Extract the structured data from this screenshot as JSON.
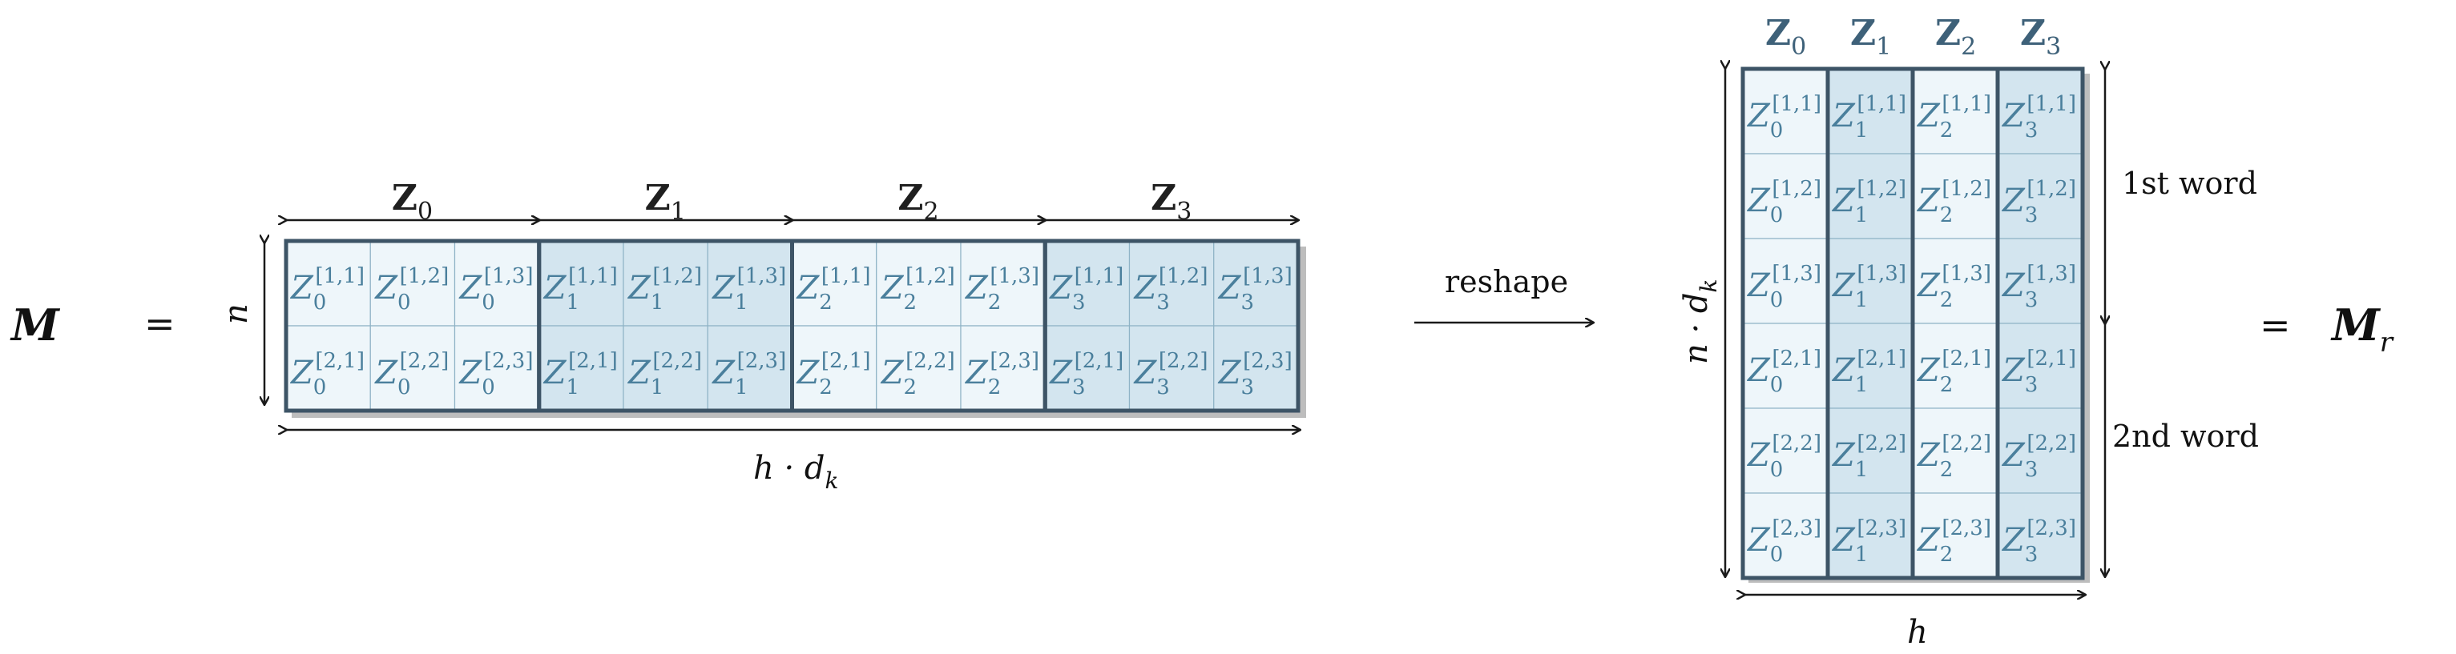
{
  "left": {
    "matrix_symbol": "M",
    "equals": "=",
    "rows_label": "n",
    "width_label_main": "h · d",
    "width_label_sub": "k",
    "groups": [
      {
        "name": "Z",
        "index": "0"
      },
      {
        "name": "Z",
        "index": "1"
      },
      {
        "name": "Z",
        "index": "2"
      },
      {
        "name": "Z",
        "index": "3"
      }
    ],
    "cells": [
      [
        {
          "sub": "0",
          "sup": "[1,1]"
        },
        {
          "sub": "0",
          "sup": "[1,2]"
        },
        {
          "sub": "0",
          "sup": "[1,3]"
        },
        {
          "sub": "1",
          "sup": "[1,1]"
        },
        {
          "sub": "1",
          "sup": "[1,2]"
        },
        {
          "sub": "1",
          "sup": "[1,3]"
        },
        {
          "sub": "2",
          "sup": "[1,1]"
        },
        {
          "sub": "2",
          "sup": "[1,2]"
        },
        {
          "sub": "2",
          "sup": "[1,3]"
        },
        {
          "sub": "3",
          "sup": "[1,1]"
        },
        {
          "sub": "3",
          "sup": "[1,2]"
        },
        {
          "sub": "3",
          "sup": "[1,3]"
        }
      ],
      [
        {
          "sub": "0",
          "sup": "[2,1]"
        },
        {
          "sub": "0",
          "sup": "[2,2]"
        },
        {
          "sub": "0",
          "sup": "[2,3]"
        },
        {
          "sub": "1",
          "sup": "[2,1]"
        },
        {
          "sub": "1",
          "sup": "[2,2]"
        },
        {
          "sub": "1",
          "sup": "[2,3]"
        },
        {
          "sub": "2",
          "sup": "[2,1]"
        },
        {
          "sub": "2",
          "sup": "[2,2]"
        },
        {
          "sub": "2",
          "sup": "[2,3]"
        },
        {
          "sub": "3",
          "sup": "[2,1]"
        },
        {
          "sub": "3",
          "sup": "[2,2]"
        },
        {
          "sub": "3",
          "sup": "[2,3]"
        }
      ]
    ]
  },
  "arrow": {
    "label": "reshape"
  },
  "right": {
    "matrix_symbol": "M",
    "matrix_sub": "r",
    "equals": "=",
    "rows_label_main": "n · d",
    "rows_label_sub": "k",
    "cols_label": "h",
    "word_labels": [
      "1st word",
      "2nd word"
    ],
    "columns": [
      {
        "name": "Z",
        "index": "0"
      },
      {
        "name": "Z",
        "index": "1"
      },
      {
        "name": "Z",
        "index": "2"
      },
      {
        "name": "Z",
        "index": "3"
      }
    ],
    "row_sups": [
      "[1,1]",
      "[1,2]",
      "[1,3]",
      "[2,1]",
      "[2,2]",
      "[2,3]"
    ]
  },
  "colors": {
    "light_fill": "#eef6fa",
    "dark_fill": "#d3e5ef",
    "grid_line": "#8fb3c6",
    "group_border": "#3d5466",
    "shadow": "#b9b9b9",
    "cell_text": "#4a7f9c"
  }
}
